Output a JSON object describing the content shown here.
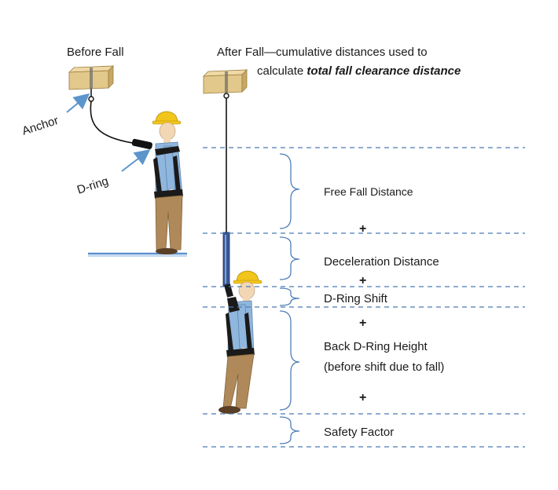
{
  "before_fall": {
    "title": "Before Fall",
    "anchor_label": "Anchor",
    "dring_label": "D-ring"
  },
  "after_fall": {
    "title_prefix": "After Fall",
    "title_dash": "—",
    "title_rest": "cumulative distances used to",
    "title_line2_prefix": "calculate ",
    "title_line2_emphasis": "total fall clearance distance"
  },
  "segments": [
    {
      "label": "Free Fall Distance"
    },
    {
      "label": "Deceleration  Distance"
    },
    {
      "label": "D-Ring Shift"
    },
    {
      "label": "Back D-Ring Height",
      "label2": "(before shift due to fall)"
    },
    {
      "label": "Safety Factor"
    }
  ],
  "plus_sign": "+",
  "colors": {
    "dashed_line": "#4a7ab5",
    "brace": "#4f7fb8",
    "arrow": "#5b95cc",
    "anchor_wood": "#e2c88a",
    "hardhat": "#f2c51a",
    "shirt": "#8fb6dd",
    "pants": "#b0895a",
    "harness": "#1a1a1a",
    "lanyard_pack": "#3a5896",
    "ground": "#5b8fcc"
  },
  "icons": {
    "worker_before": "worker-figure",
    "worker_after": "suspended-worker-figure",
    "anchor": "wood-beam-anchor"
  }
}
